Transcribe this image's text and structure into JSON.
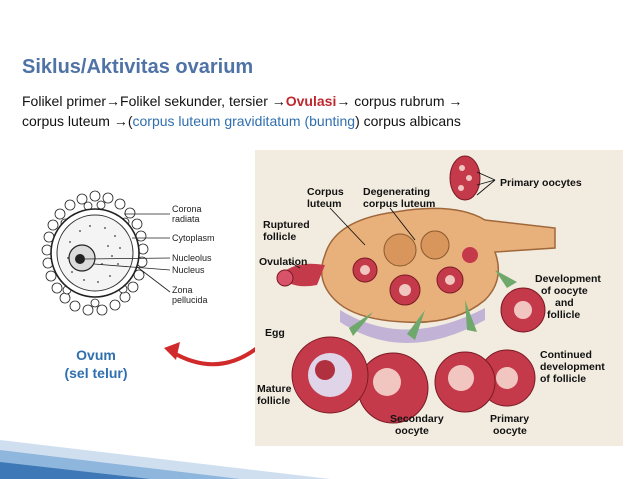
{
  "slide": {
    "title": "Siklus/Aktivitas ovarium",
    "line1": {
      "t1": "Folikel primer",
      "t2": "Folikel sekunder, tersier ",
      "t3": "Ovulasi",
      "t4": "  corpus rubrum  "
    },
    "line2": {
      "t1": "corpus luteum ",
      "t2": "(",
      "t3": "corpus luteum graviditatum (bunting",
      "t4": ")  corpus albicans"
    },
    "arrow_glyph": "→"
  },
  "ovum": {
    "labels": {
      "corona": "Corona",
      "radiata": "radiata",
      "cytoplasm": "Cytoplasm",
      "nucleolus": "Nucleolus",
      "nucleus": "Nucleus",
      "zona": "Zona",
      "pellucida": "pellucida"
    },
    "caption_line1": "Ovum",
    "caption_line2": "(sel telur)"
  },
  "ovary": {
    "labels": {
      "primary_oocytes": "Primary oocytes",
      "corpus": "Corpus",
      "luteum": "luteum",
      "degenerating": "Degenerating",
      "corpus_luteum": "corpus luteum",
      "ruptured": "Ruptured",
      "follicle": "follicle",
      "ovulation": "Ovulation",
      "development": "Development",
      "of_oocyte": "of oocyte",
      "and": "and",
      "follicle2": "follicle",
      "egg": "Egg",
      "continued": "Continued",
      "development2": "development",
      "of_follicle": "of follicle",
      "mature": "Mature",
      "follicle3": "follicle",
      "secondary": "Secondary",
      "oocyte": "oocyte",
      "primary": "Primary",
      "oocyte2": "oocyte"
    }
  },
  "colors": {
    "title": "#4f73a6",
    "highlight_red": "#c0282f",
    "highlight_blue": "#2f6fb0",
    "ovary_tissue": "#e8b07a",
    "follicle_red": "#b8283e",
    "background_panel": "#f2ece0"
  }
}
